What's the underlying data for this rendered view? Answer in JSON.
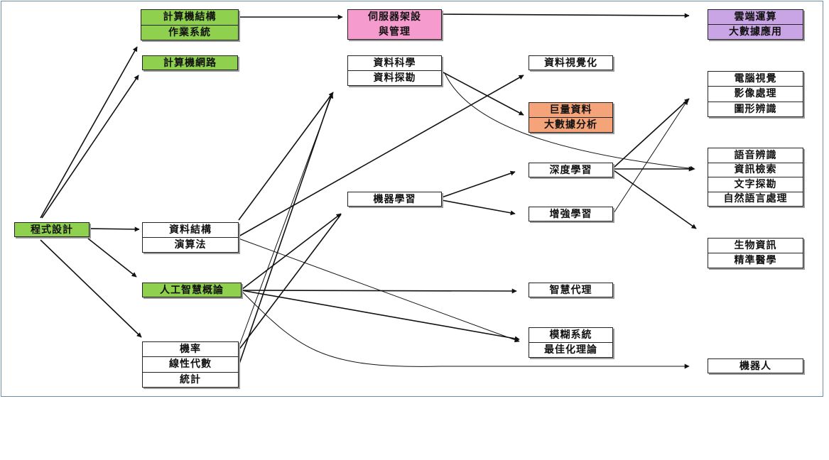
{
  "nodes": {
    "programming": [
      "程式設計"
    ],
    "comp_arch_os": [
      "計算機結構",
      "作業系統"
    ],
    "networks": [
      "計算機網路"
    ],
    "data_struct": [
      "資料結構",
      "演算法"
    ],
    "ai_intro": [
      "人工智慧概論"
    ],
    "math": [
      "機率",
      "線性代數",
      "統計"
    ],
    "server": [
      "伺服器架設",
      "與管理"
    ],
    "data_science": [
      "資料科學",
      "資料探勘"
    ],
    "ml": [
      "機器學習"
    ],
    "viz": [
      "資料視覺化"
    ],
    "big_data": [
      "巨量資料",
      "大數據分析"
    ],
    "deep_learning": [
      "深度學習"
    ],
    "reinforcement": [
      "增強學習"
    ],
    "agents": [
      "智慧代理"
    ],
    "fuzzy": [
      "模糊系統",
      "最佳化理論"
    ],
    "cloud": [
      "雲端運算",
      "大數據應用"
    ],
    "vision": [
      "電腦視覺",
      "影像處理",
      "圖形辨識"
    ],
    "nlp": [
      "語音辨識",
      "資訊檢索",
      "文字探勘",
      "自然語言處理"
    ],
    "bio": [
      "生物資訊",
      "精準醫學"
    ],
    "robot": [
      "機器人"
    ]
  },
  "colors": {
    "green": "#8fd14f",
    "pink": "#f59bce",
    "purple": "#c9a5e6",
    "orange": "#f4a478",
    "line": "#111111"
  }
}
